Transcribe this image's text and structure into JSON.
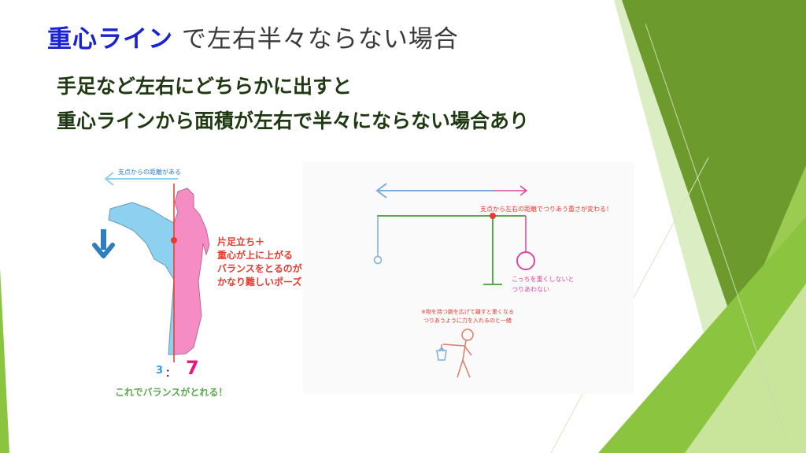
{
  "title": {
    "highlight": "重心ライン",
    "rest": "で左右半々ならない場合"
  },
  "bullets": [
    "手足など左右にどちらかに出すと",
    "重心ラインから面積が左右で半々にならない場合あり"
  ],
  "left_figure": {
    "arrow_label": "支点からの距離がある",
    "caption_lines": [
      "片足立ち＋",
      "重心が上に上がる",
      "バランスをとるのが",
      "かなり難しいポーズ"
    ],
    "ratio_left": "3",
    "ratio_colon": "：",
    "ratio_right": "7",
    "bottom_caption": "これでバランスがとれる！"
  },
  "right_figure": {
    "top_label": "支点から左右の距離でつりあう重さが変わる！",
    "weight_label_lines": [
      "こっちを重くしないと",
      "つりあわない"
    ],
    "note_lines": [
      "※物を持つ腕を広げて離すと重くなる",
      "つりあうように力を入れるのと一緒"
    ]
  },
  "colors": {
    "title_highlight": "#1a22d6",
    "bullet_text": "#1f3a12",
    "figure_pink": "#f58cc4",
    "figure_blue": "#8ed0ef",
    "arrow_blue": "#2f7fbf",
    "caption_red": "#e8392f",
    "balance_green": "#5aa84e",
    "ratio_magenta": "#e9147d",
    "deco_green": "#8bc53f"
  }
}
